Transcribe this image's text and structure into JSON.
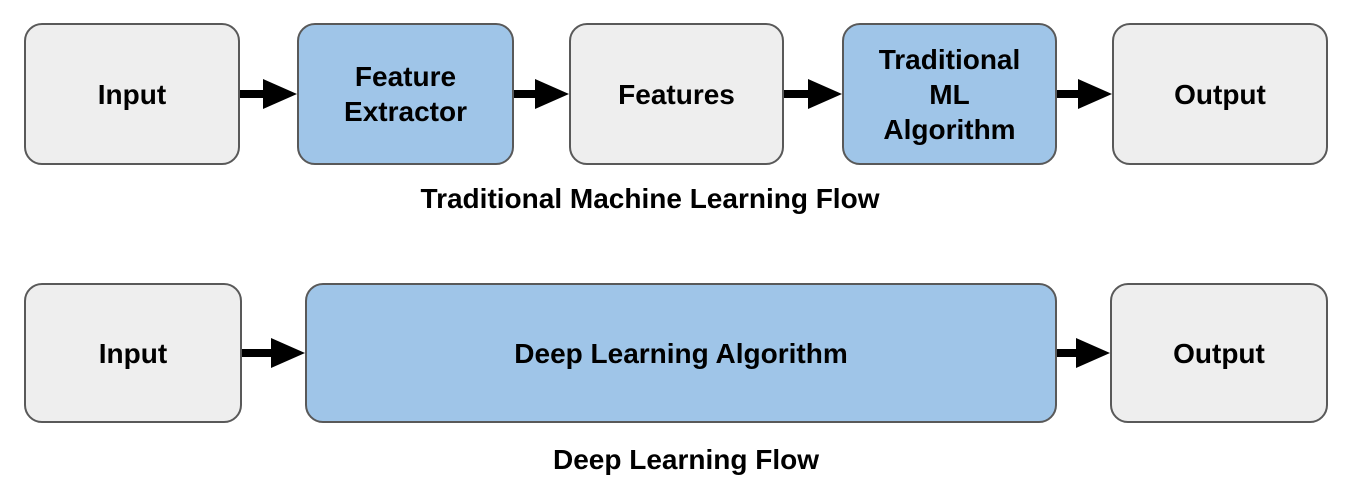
{
  "colors": {
    "background": "#ffffff",
    "box_gray_fill": "#eeeeee",
    "box_blue_fill": "#9fc5e8",
    "box_border": "#595959",
    "arrow": "#000000",
    "text": "#000000"
  },
  "flows": [
    {
      "caption": "Traditional Machine Learning Flow",
      "nodes": [
        {
          "label": "Input",
          "type": "gray"
        },
        {
          "label": "Feature\nExtractor",
          "type": "blue"
        },
        {
          "label": "Features",
          "type": "gray"
        },
        {
          "label": "Traditional\nML\nAlgorithm",
          "type": "blue"
        },
        {
          "label": "Output",
          "type": "gray"
        }
      ]
    },
    {
      "caption": "Deep Learning Flow",
      "nodes": [
        {
          "label": "Input",
          "type": "gray"
        },
        {
          "label": "Deep Learning Algorithm",
          "type": "blue"
        },
        {
          "label": "Output",
          "type": "gray"
        }
      ]
    }
  ]
}
